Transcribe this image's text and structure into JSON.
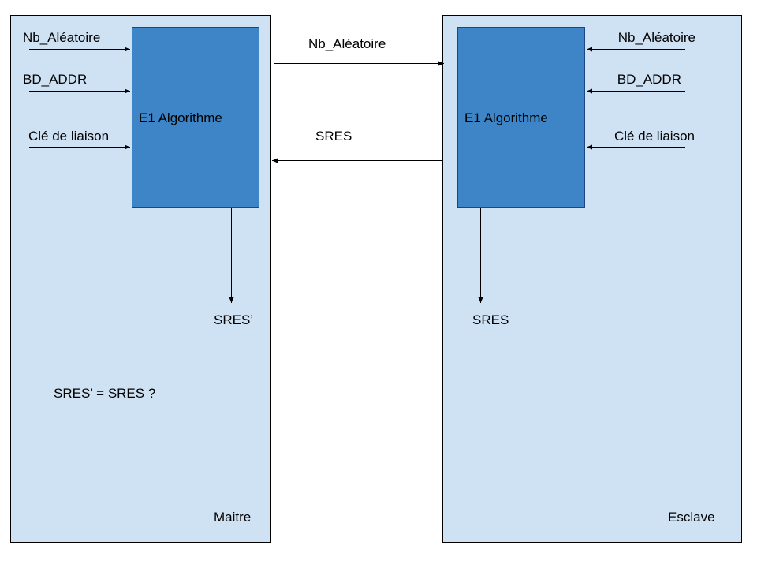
{
  "colors": {
    "panel_fill": "#cfe2f3",
    "panel_stroke": "#000000",
    "block_fill": "#3d85c6",
    "block_stroke": "#1c4587",
    "line": "#000000",
    "text": "#000000"
  },
  "master": {
    "label": "Maitre",
    "block_label": "E1 Algorithme",
    "inputs": {
      "random": "Nb_Aléatoire",
      "address": "BD_ADDR",
      "link_key": "Clé de liaison"
    },
    "output": "SRES’",
    "comparison": "SRES’ = SRES ?"
  },
  "slave": {
    "label": "Esclave",
    "block_label": "E1 Algorithme",
    "inputs": {
      "random": "Nb_Aléatoire",
      "address": "BD_ADDR",
      "link_key": "Clé de liaison"
    },
    "output": "SRES"
  },
  "exchange": {
    "to_slave": "Nb_Aléatoire",
    "to_master": "SRES"
  }
}
